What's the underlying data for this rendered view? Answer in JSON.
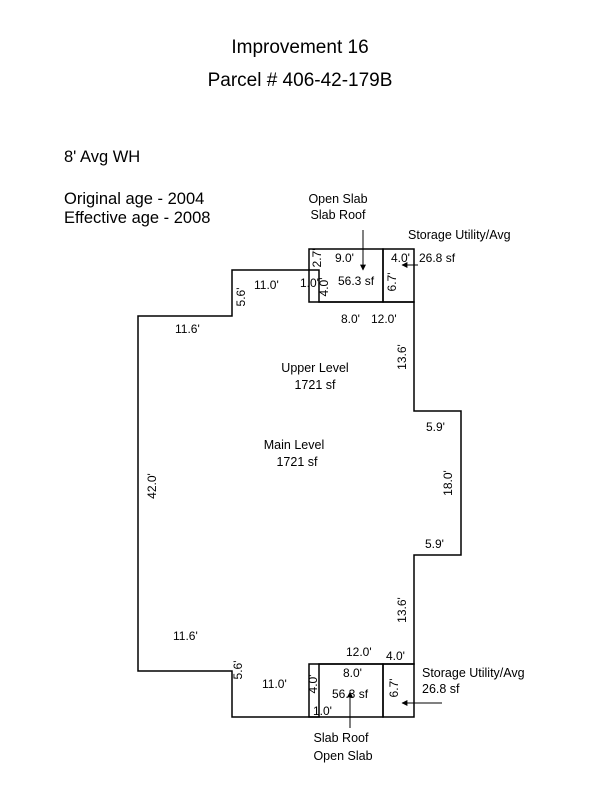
{
  "header": {
    "title": "Improvement 16",
    "parcel": "Parcel # 406-42-179B"
  },
  "notes": {
    "wall_height": "8' Avg WH",
    "original_age": "Original age - 2004",
    "effective_age": "Effective age - 2008"
  },
  "areas": {
    "upper_level": "Upper Level",
    "upper_level_sf": "1721 sf",
    "main_level": "Main Level",
    "main_level_sf": "1721 sf",
    "open_slab": "Open Slab",
    "slab_roof": "Slab Roof",
    "slab_area": "56.3 sf",
    "storage": "Storage Utility/Avg",
    "storage_area": "26.8 sf"
  },
  "dimensions": {
    "d_2_7": "2.7'",
    "d_9_0": "9.0'",
    "d_4_0": "4.0'",
    "d_11_0": "11.0'",
    "d_1_0": "1.0'",
    "d_6_7": "6.7'",
    "d_5_6": "5.6'",
    "d_11_6": "11.6'",
    "d_8_0": "8.0'",
    "d_12_0": "12.0'",
    "d_13_6": "13.6'",
    "d_5_9": "5.9'",
    "d_18_0": "18.0'",
    "d_42_0": "42.0'"
  }
}
